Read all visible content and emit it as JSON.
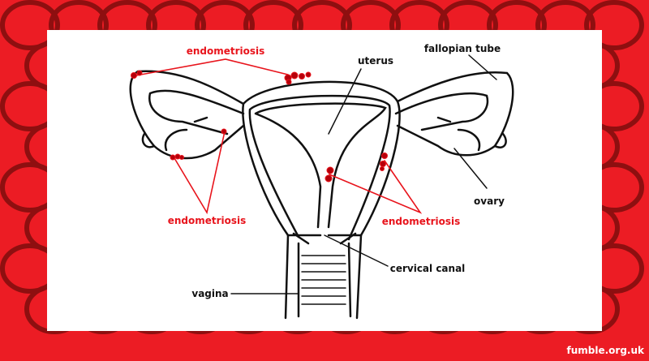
{
  "labels": {
    "endometriosis_top": "endometriosis",
    "endometriosis_left": "endometriosis",
    "endometriosis_right": "endometriosis",
    "uterus": "uterus",
    "fallopian_tube": "fallopian tube",
    "ovary": "ovary",
    "cervical_canal": "cervical canal",
    "vagina": "vagina"
  },
  "footer": "fumble.org.uk",
  "colors": {
    "background": "#ec1c24",
    "loops": "#8e0f10",
    "endometriosis": "#e8141c",
    "lesions": "#b5000b"
  }
}
